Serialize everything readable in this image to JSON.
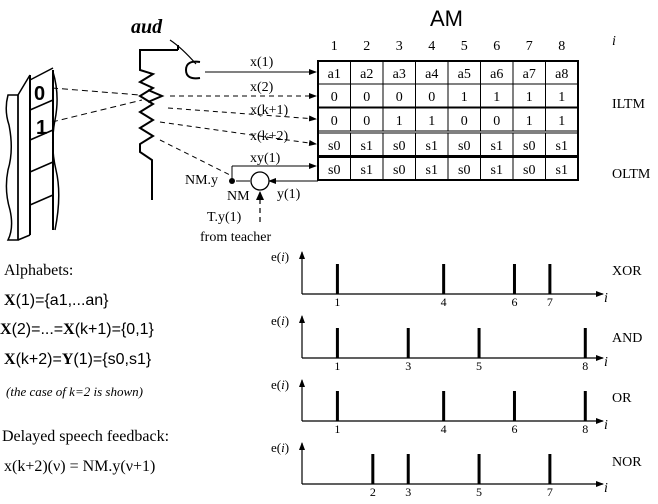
{
  "am_title": "AM",
  "aud_label": "aud",
  "index_label": "i",
  "columns": [
    "1",
    "2",
    "3",
    "4",
    "5",
    "6",
    "7",
    "8"
  ],
  "tape": {
    "cell_a": "0",
    "cell_b": "1"
  },
  "rows": [
    {
      "input": "x(1)",
      "cells": [
        "a1",
        "a2",
        "a3",
        "a4",
        "a5",
        "a6",
        "a7",
        "a8"
      ]
    },
    {
      "input": "x(2)",
      "cells": [
        "0",
        "0",
        "0",
        "0",
        "1",
        "1",
        "1",
        "1"
      ]
    },
    {
      "input": "x(k+1)",
      "cells": [
        "0",
        "0",
        "1",
        "1",
        "0",
        "0",
        "1",
        "1"
      ]
    },
    {
      "input": "x(k+2)",
      "cells": [
        "s0",
        "s1",
        "s0",
        "s1",
        "s0",
        "s1",
        "s0",
        "s1"
      ]
    },
    {
      "input": "xy(1)",
      "cells": [
        "s0",
        "s1",
        "s0",
        "s1",
        "s0",
        "s1",
        "s0",
        "s1"
      ]
    }
  ],
  "groups": {
    "iltm": "ILTM",
    "oltm": "OLTM"
  },
  "feedback": {
    "nm_y": "NM.y",
    "nm": "NM",
    "y1": "y(1)",
    "teacher_signal": "T.y(1)",
    "from_teacher": "from teacher"
  },
  "alphabets": {
    "heading": "Alphabets:",
    "line1_bold": "X",
    "line1_rest": "(1)={a1,...an}",
    "line2_b1": "X",
    "line2_m": "(2)=...=",
    "line2_b2": "X",
    "line2_rest": "(k+1)={0,1}",
    "line3_b1": "X",
    "line3_m": "(k+2)=",
    "line3_b2": "Y",
    "line3_rest": "(1)={s0,s1}",
    "note": "(the case of k=2 is shown)"
  },
  "delayed": {
    "heading": "Delayed speech feedback:",
    "formula": "x(k+2)(ν) = NM.y(ν+1)"
  },
  "plots": {
    "ylabel": "e(i)",
    "xlabel": "i",
    "x_range": [
      0,
      8.5
    ],
    "series": [
      {
        "label": "XOR",
        "spikes": [
          1,
          4,
          6,
          7
        ]
      },
      {
        "label": "AND",
        "spikes": [
          1,
          3,
          5,
          8
        ]
      },
      {
        "label": "OR",
        "spikes": [
          1,
          4,
          6,
          8
        ]
      },
      {
        "label": "NOR",
        "spikes": [
          2,
          3,
          5,
          7
        ]
      }
    ]
  }
}
